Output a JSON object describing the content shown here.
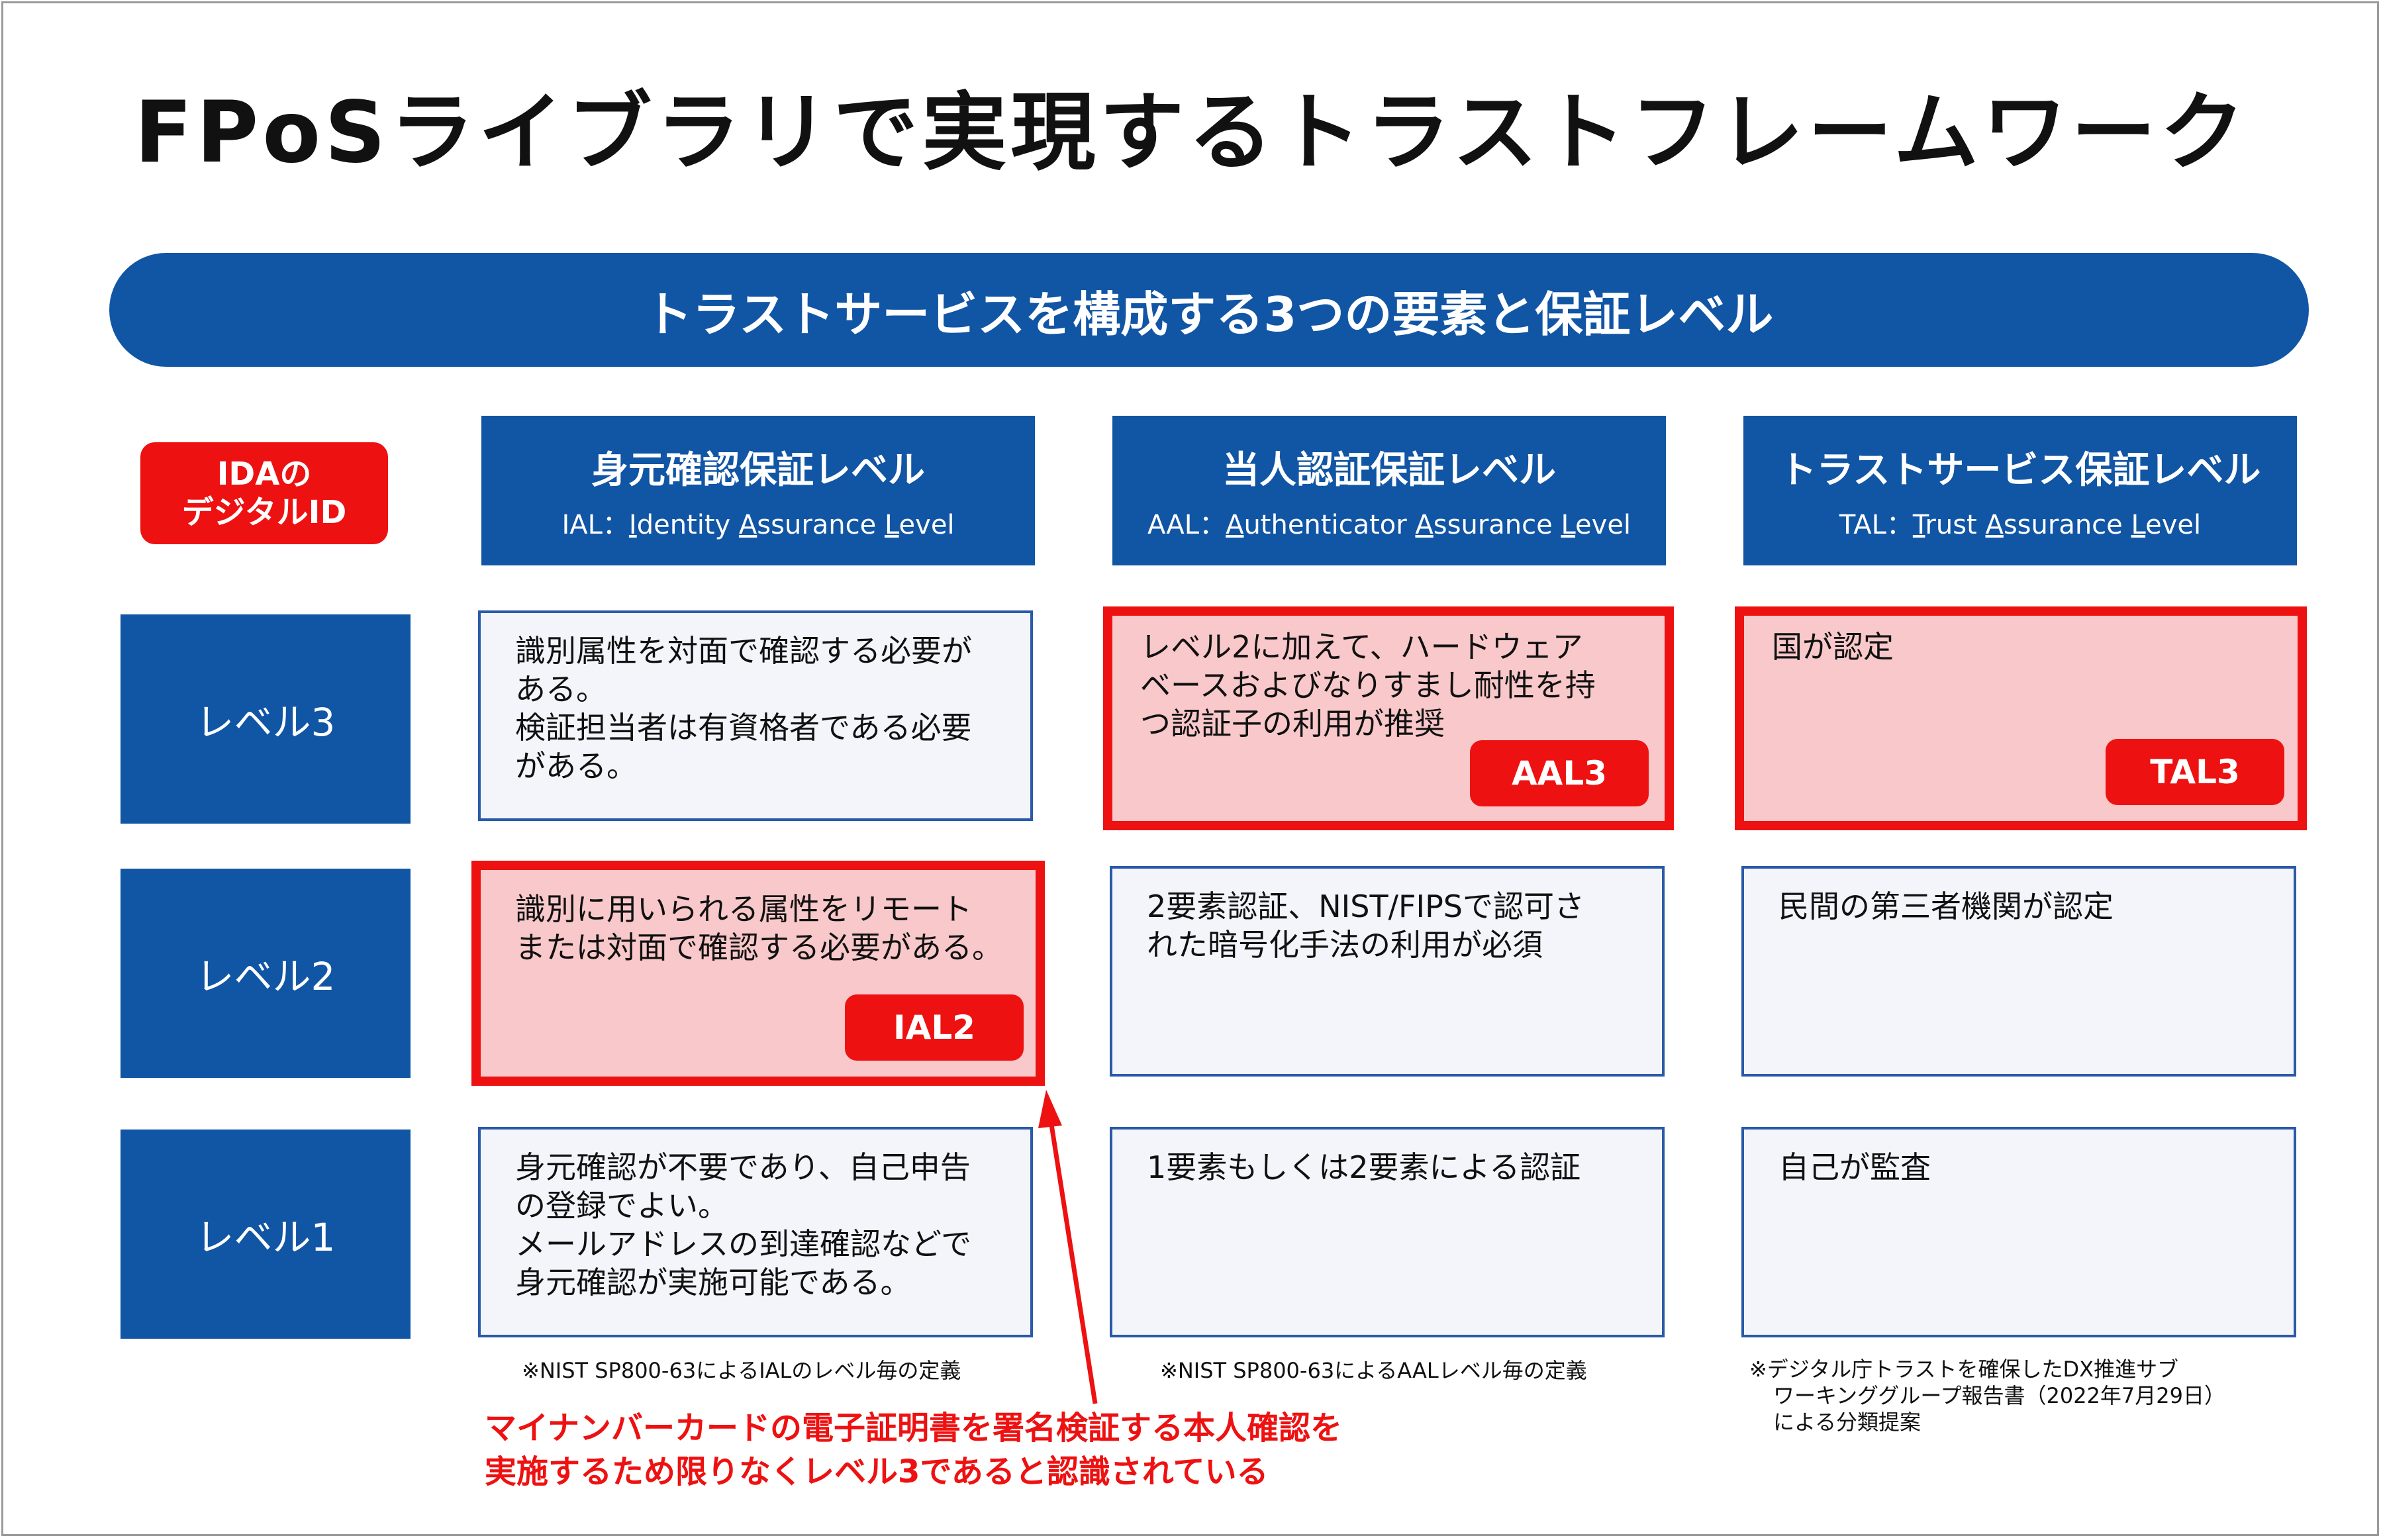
{
  "title": "FPoSライブラリで実現するトラストフレームワーク",
  "banner": "トラストサービスを構成する3つの要素と保証レベル",
  "ida_label": {
    "line1": "IDAの",
    "line2": "デジタルID"
  },
  "columns": [
    {
      "title": "身元確認保証レベル",
      "abbr": "IAL",
      "sub_parts": [
        "I",
        "dentity ",
        "A",
        "ssurance ",
        "L",
        "evel"
      ]
    },
    {
      "title": "当人認証保証レベル",
      "abbr": "AAL",
      "sub_parts": [
        "A",
        "uthenticator ",
        "A",
        "ssurance ",
        "L",
        "evel"
      ]
    },
    {
      "title": "トラストサービス保証レベル",
      "abbr": "TAL",
      "sub_parts": [
        "T",
        "rust ",
        "A",
        "ssurance ",
        "L",
        "evel"
      ]
    }
  ],
  "sub_separator": "：",
  "rows": [
    {
      "label": "レベル3"
    },
    {
      "label": "レベル2"
    },
    {
      "label": "レベル1"
    }
  ],
  "cells": {
    "ial3": [
      "識別属性を対面で確認する必要が",
      "ある。",
      "検証担当者は有資格者である必要",
      "がある。"
    ],
    "aal3": [
      "レベル2に加えて、ハードウェア",
      "ベースおよびなりすまし耐性を持",
      "つ認証子の利用が推奨"
    ],
    "tal3": [
      "国が認定"
    ],
    "ial2": [
      "識別に用いられる属性をリモート",
      "または対面で確認する必要がある。"
    ],
    "aal2": [
      "2要素認証、NIST/FIPSで認可さ",
      "れた暗号化手法の利用が必須"
    ],
    "tal2": [
      "民間の第三者機関が認定"
    ],
    "ial1": [
      "身元確認が不要であり、自己申告",
      "の登録でよい。",
      "メールアドレスの到達確認などで",
      "身元確認が実施可能である。"
    ],
    "aal1": [
      "1要素もしくは2要素による認証"
    ],
    "tal1": [
      "自己が監査"
    ]
  },
  "badges": {
    "aal3": "AAL3",
    "tal3": "TAL3",
    "ial2": "IAL2"
  },
  "notes": {
    "ial": "※NIST SP800-63によるIALのレベル毎の定義",
    "aal": "※NIST SP800-63によるAALレベル毎の定義",
    "tal": [
      "※デジタル庁トラストを確保したDX推進サブ",
      "ワーキンググループ報告書（2022年7月29日）",
      "による分類提案"
    ]
  },
  "red_note": [
    "マイナンバーカードの電子証明書を署名検証する本人確認を",
    "実施するため限りなくレベル3であると認識されている"
  ],
  "colors": {
    "blue": "#1155a5",
    "red": "#ee1111",
    "highlight_fill": "#f8c8ca",
    "cell_fill": "#f3f5fb"
  }
}
